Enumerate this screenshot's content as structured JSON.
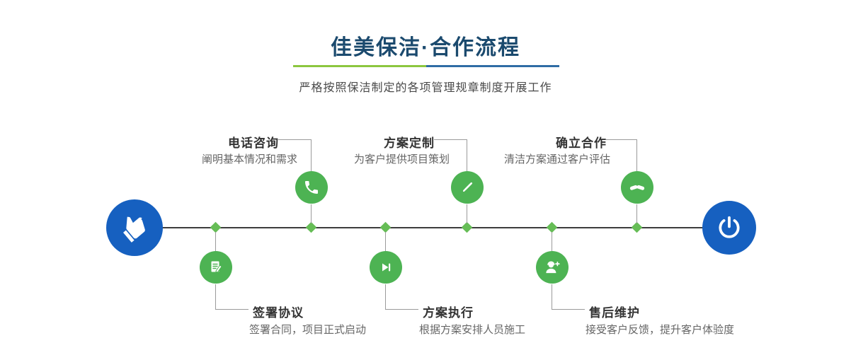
{
  "header": {
    "title": "佳美保洁·合作流程",
    "subtitle": "严格按照保洁制定的各项管理规章制度开展工作"
  },
  "timeline": {
    "start_icon": "pointing-hand-icon",
    "end_icon": "power-icon",
    "steps_top": [
      {
        "label": "电话咨询",
        "desc": "阐明基本情况和需求",
        "icon": "phone-icon"
      },
      {
        "label": "方案定制",
        "desc": "为客户提供项目策划",
        "icon": "design-icon"
      },
      {
        "label": "确立合作",
        "desc": "清洁方案通过客户评估",
        "icon": "handshake-icon"
      }
    ],
    "steps_bottom": [
      {
        "label": "签署协议",
        "desc": "签署合同，项目正式启动",
        "icon": "contract-icon"
      },
      {
        "label": "方案执行",
        "desc": "根据方案安排人员施工",
        "icon": "play-icon"
      },
      {
        "label": "售后维护",
        "desc": "接受客户反馈，提升客户体验度",
        "icon": "headset-icon"
      }
    ]
  },
  "colors": {
    "title_color": "#1b4a6e",
    "underline_green": "#8cc63f",
    "underline_blue": "#2f6ca5",
    "accent_green": "#4db353",
    "diamond_green": "#66bd56",
    "accent_blue": "#1660c0",
    "line_color": "#3d3d3d",
    "connector_color": "#9a9a9a",
    "label_text": "#333333",
    "desc_text": "#666666"
  }
}
